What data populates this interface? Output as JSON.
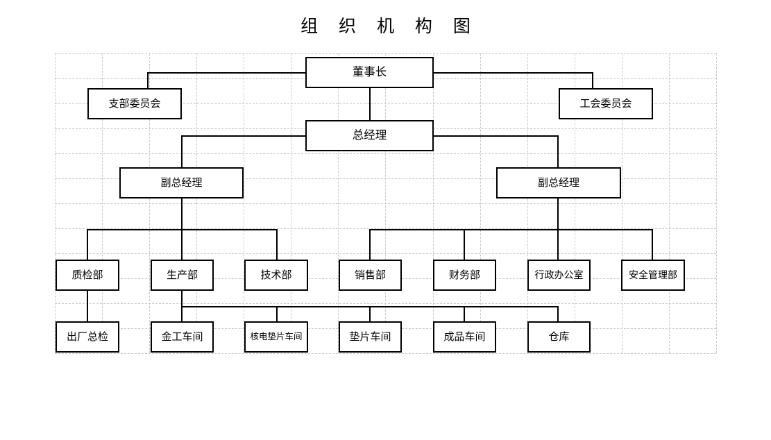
{
  "title": "组 织 机 构 图",
  "chart_data": {
    "type": "diagram",
    "diagram_kind": "organization-chart",
    "title": "组 织 机 构 图",
    "nodes": [
      {
        "id": "chairman",
        "label": "董事长",
        "level": 0
      },
      {
        "id": "party_branch",
        "label": "支部委员会",
        "level": 1
      },
      {
        "id": "labor_union",
        "label": "工会委员会",
        "level": 1
      },
      {
        "id": "gm",
        "label": "总经理",
        "level": 1
      },
      {
        "id": "dgm_left",
        "label": "副总经理",
        "level": 2
      },
      {
        "id": "dgm_right",
        "label": "副总经理",
        "level": 2
      },
      {
        "id": "qc_dept",
        "label": "质检部",
        "level": 3
      },
      {
        "id": "prod_dept",
        "label": "生产部",
        "level": 3
      },
      {
        "id": "tech_dept",
        "label": "技术部",
        "level": 3
      },
      {
        "id": "sales_dept",
        "label": "销售部",
        "level": 3
      },
      {
        "id": "finance_dept",
        "label": "财务部",
        "level": 3
      },
      {
        "id": "admin_office",
        "label": "行政办公室",
        "level": 3
      },
      {
        "id": "safety_dept",
        "label": "安全管理部",
        "level": 3
      },
      {
        "id": "final_insp",
        "label": "出厂总检",
        "level": 4
      },
      {
        "id": "metal_shop",
        "label": "金工车间",
        "level": 4
      },
      {
        "id": "nuclear_shop",
        "label": "核电垫片车间",
        "level": 4
      },
      {
        "id": "gasket_shop",
        "label": "垫片车间",
        "level": 4
      },
      {
        "id": "finished_shop",
        "label": "成品车间",
        "level": 4
      },
      {
        "id": "warehouse",
        "label": "仓库",
        "level": 4
      }
    ],
    "edges": [
      {
        "from": "chairman",
        "to": "party_branch"
      },
      {
        "from": "chairman",
        "to": "labor_union"
      },
      {
        "from": "chairman",
        "to": "gm"
      },
      {
        "from": "gm",
        "to": "dgm_left"
      },
      {
        "from": "gm",
        "to": "dgm_right"
      },
      {
        "from": "dgm_left",
        "to": "qc_dept"
      },
      {
        "from": "dgm_left",
        "to": "prod_dept"
      },
      {
        "from": "dgm_left",
        "to": "tech_dept"
      },
      {
        "from": "dgm_right",
        "to": "sales_dept"
      },
      {
        "from": "dgm_right",
        "to": "finance_dept"
      },
      {
        "from": "dgm_right",
        "to": "admin_office"
      },
      {
        "from": "dgm_right",
        "to": "safety_dept"
      },
      {
        "from": "qc_dept",
        "to": "final_insp"
      },
      {
        "from": "prod_dept",
        "to": "metal_shop"
      },
      {
        "from": "prod_dept",
        "to": "nuclear_shop"
      },
      {
        "from": "prod_dept",
        "to": "gasket_shop"
      },
      {
        "from": "prod_dept",
        "to": "finished_shop"
      },
      {
        "from": "prod_dept",
        "to": "warehouse"
      }
    ],
    "colors": {
      "box_border": "#000000",
      "box_fill": "#ffffff",
      "connector": "#000000",
      "grid": "#c9c9c9",
      "text": "#000000",
      "page_background": "#ffffff"
    }
  }
}
